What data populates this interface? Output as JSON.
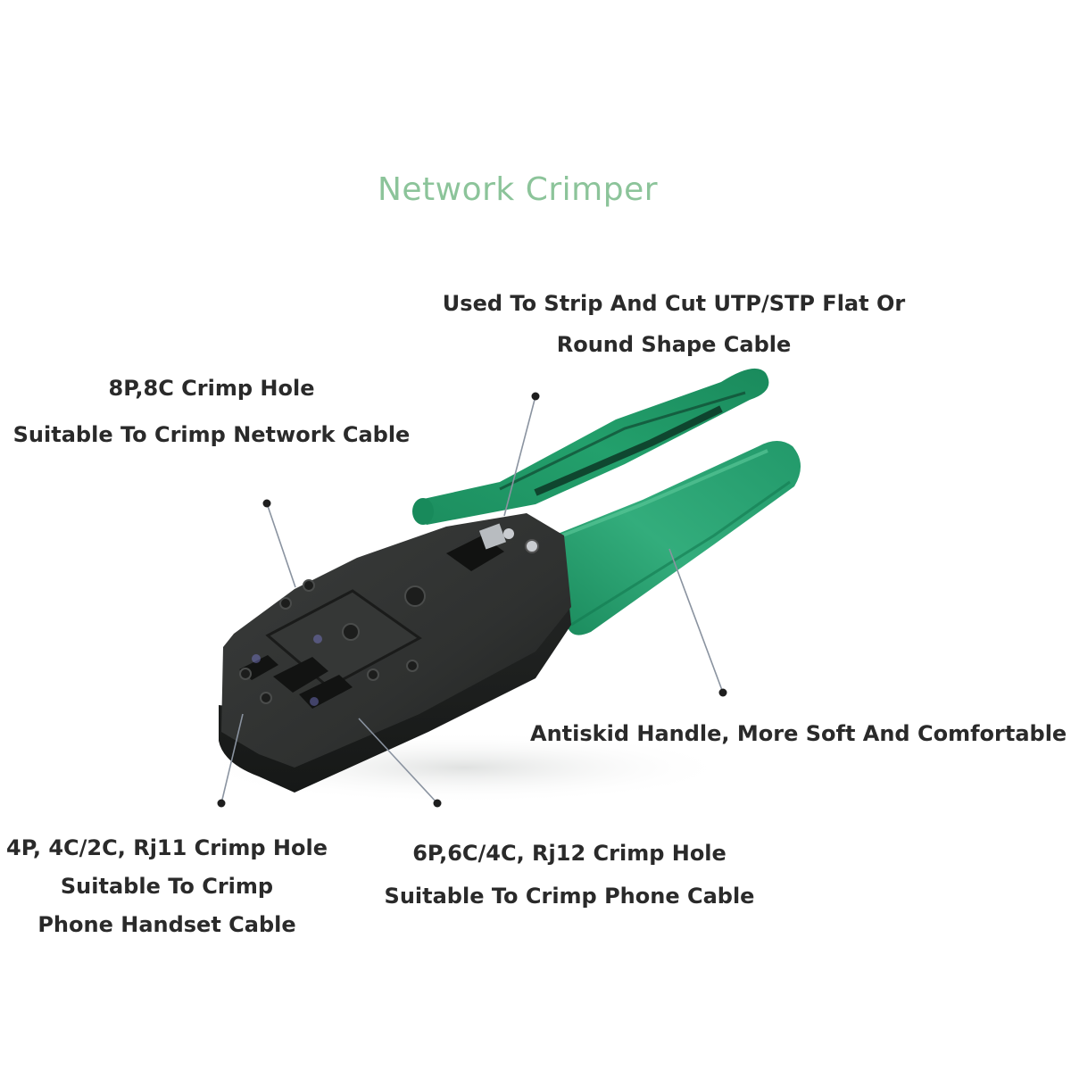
{
  "title": "Network Crimper",
  "colors": {
    "title": "#8cc49a",
    "label_text": "#2a2a2a",
    "handle_green": "#1f9a6a",
    "handle_highlight": "#3bb585",
    "body_dark": "#2b2d2c",
    "body_mid": "#3c3e3d",
    "leader_line": "#8a93a0",
    "leader_dot": "#1e1e1e",
    "background": "#ffffff"
  },
  "callouts": {
    "strip_cut": {
      "lines": [
        "Used To Strip And Cut UTP/STP Flat Or",
        "Round Shape Cable"
      ],
      "target": "stripping blade"
    },
    "rj45": {
      "lines": [
        "8P,8C Crimp Hole",
        "Suitable To Crimp Network Cable"
      ],
      "target": "8P8C crimp die"
    },
    "handle": {
      "lines": [
        "Antiskid Handle, More Soft And Comfortable"
      ],
      "target": "green handle"
    },
    "rj11": {
      "lines": [
        "4P, 4C/2C, Rj11 Crimp Hole",
        "Suitable To Crimp",
        "Phone Handset Cable"
      ],
      "target": "4P crimp die"
    },
    "rj12": {
      "lines": [
        "6P,6C/4C, Rj12 Crimp Hole",
        "Suitable To Crimp Phone Cable"
      ],
      "target": "6P crimp die"
    }
  },
  "icons": {
    "tool": "network-crimper-illustration",
    "pointer": "leader-dot"
  }
}
